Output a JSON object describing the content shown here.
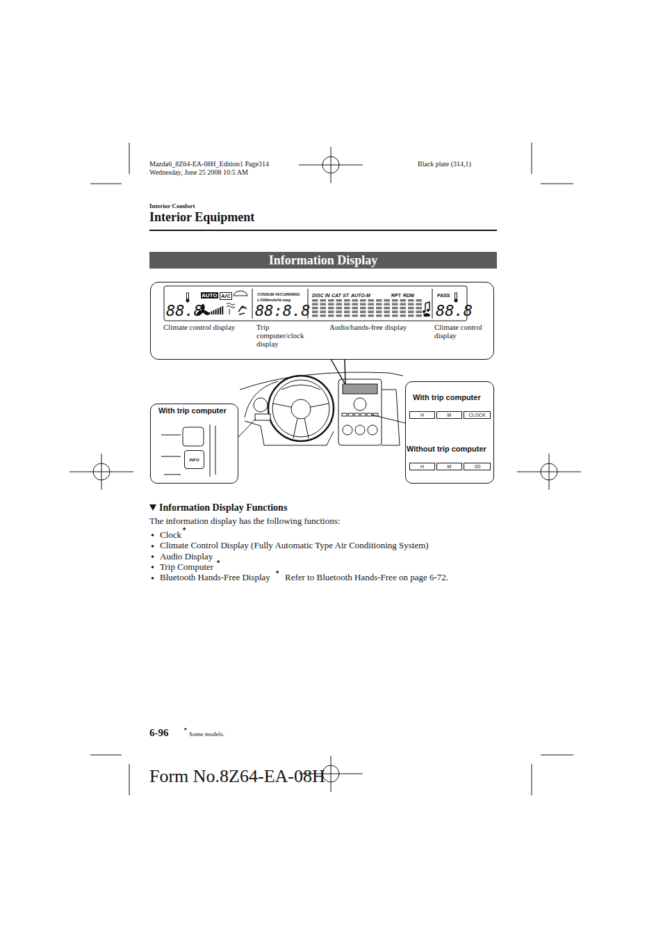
{
  "diagram": {
    "title": "Interior Equipment",
    "nodes": [
      {
        "text": [
          "Information Display"
        ]
      },
      {
        "text": [
          "AUTO",
          "A/C",
          "CONSUM AVCUREMNG",
          "L/100kmile/hLmpg",
          "DISC IN",
          "CAT",
          "ST",
          "AUTO-M",
          "RPT",
          "RDM",
          "PASS",
          "88.8",
          "88:8.8",
          "88.8",
          "Climate control display",
          "Trip computer/clock display",
          "Audio/hands-free display",
          "Climate control display"
        ]
      },
      {
        "text": [
          "With trip computer"
        ]
      },
      {
        "text": [
          "INFO"
        ],
        "in": 2
      },
      {
        "text": [
          "With trip computer",
          "Without trip computer"
        ]
      },
      {
        "text": [
          "H"
        ],
        "in": 4
      },
      {
        "text": [
          "M"
        ],
        "in": 4
      },
      {
        "text": [
          "CLOCK"
        ],
        "in": 4
      },
      {
        "text": [
          "H"
        ],
        "in": 4
      },
      {
        "text": [
          "M"
        ],
        "in": 4
      },
      {
        "text": [
          ":00"
        ],
        "in": 4
      }
    ],
    "labels": [
      "Mazda6_8Z64-EA-08H_Edition1 Page314",
      "Wednesday, June 25 2008 10:5 AM",
      "Black plate (314,1)",
      "Interior Comfort",
      "Information Display Functions",
      "The information display has the following functions:",
      "Clock",
      "*",
      "Climate Control Display (Fully Automatic Type Air Conditioning System)",
      "Audio Display",
      "Trip Computer",
      "*",
      "Bluetooth Hands-Free Display",
      "*",
      "Refer to Bluetooth Hands-Free on page 6-72.",
      "6-96",
      "*",
      "Some models.",
      "Form No.8Z64-EA-08H"
    ]
  }
}
